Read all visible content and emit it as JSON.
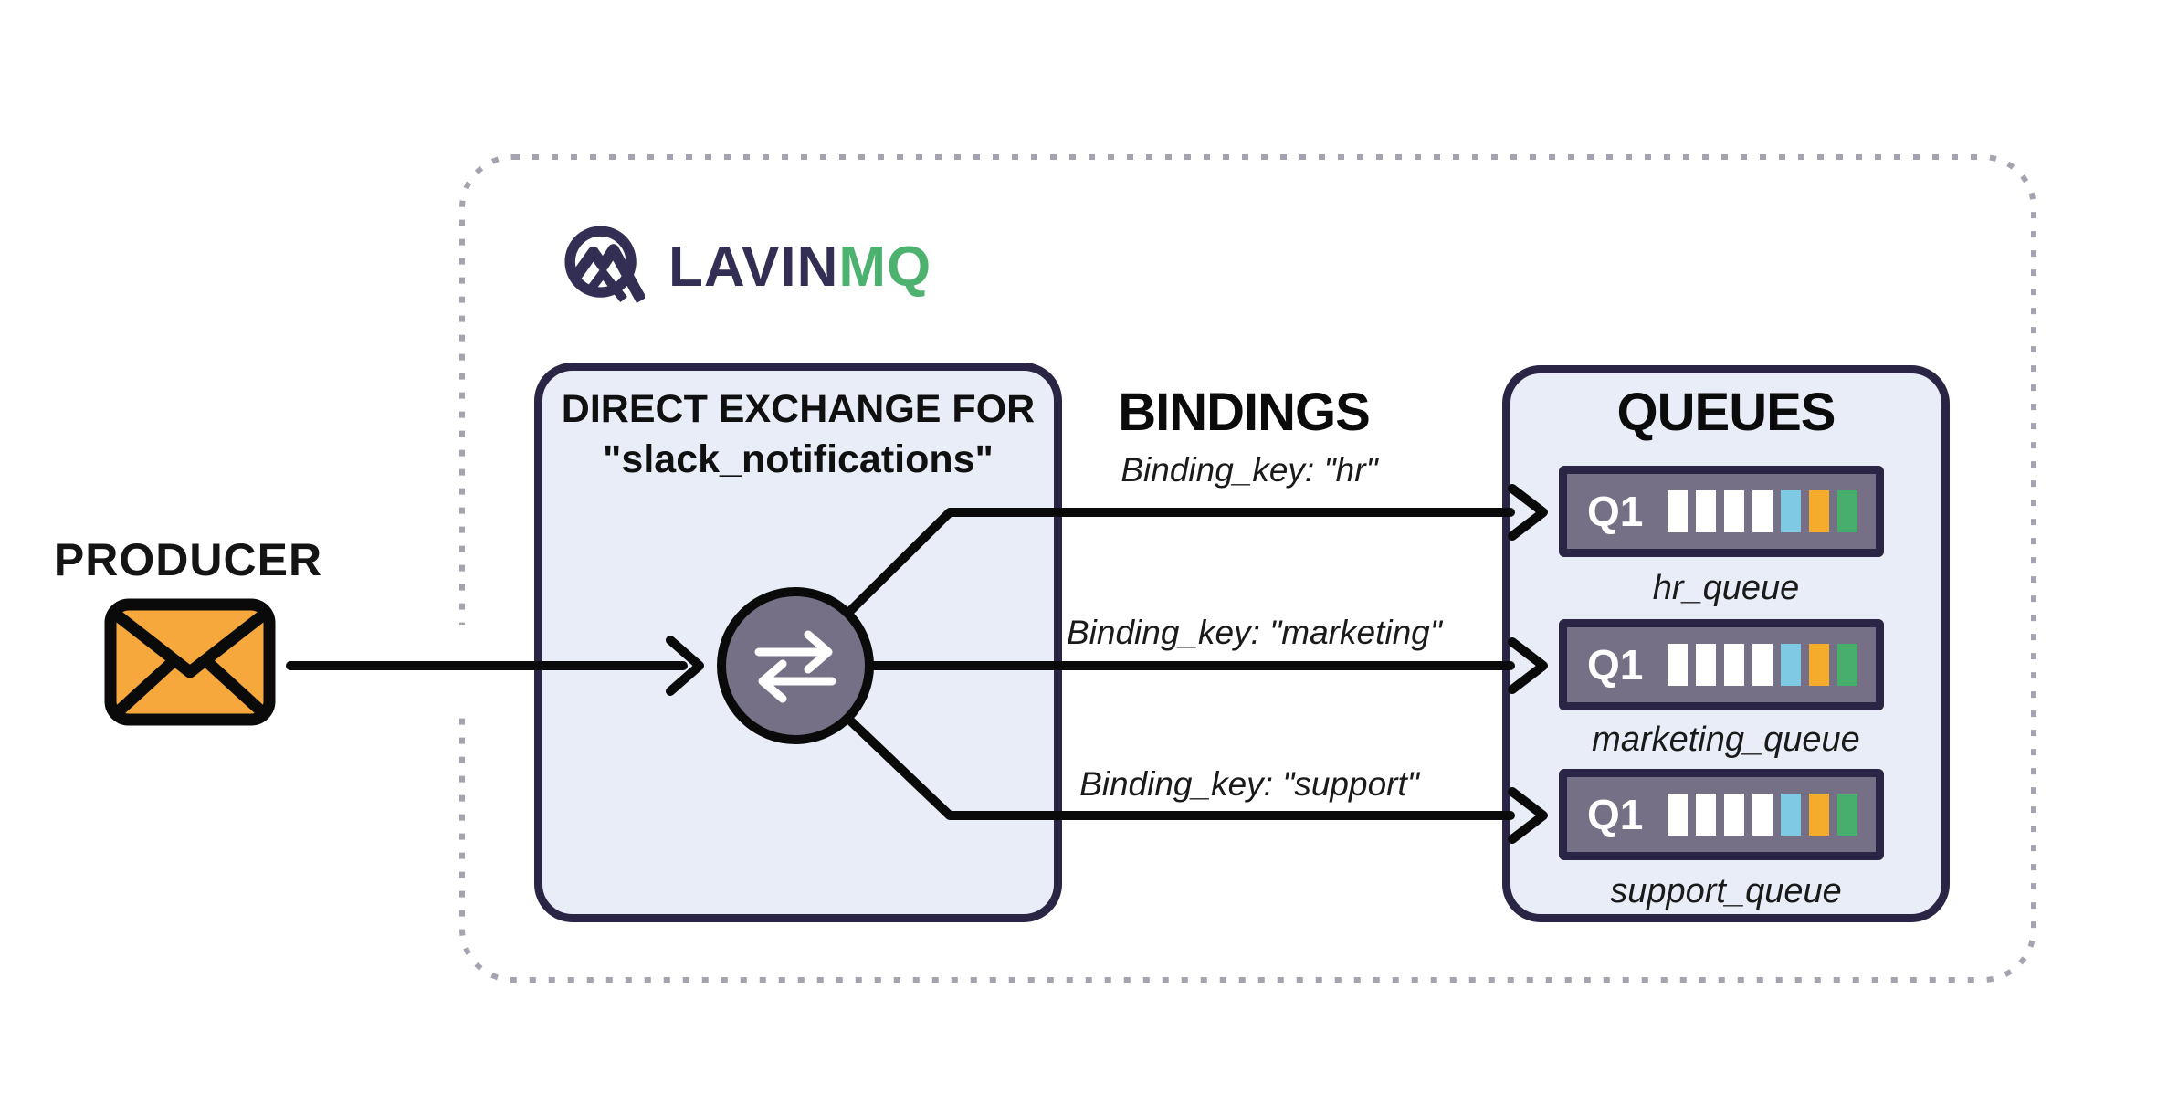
{
  "page": {
    "background": "#FFFFFF"
  },
  "producer": {
    "label": "PRODUCER",
    "envelope_color": "#F6A83C",
    "envelope_outline": "#0A0A0A"
  },
  "logo": {
    "brand_primary": "LAVIN",
    "brand_secondary": "MQ",
    "primary_color": "#332E54",
    "secondary_color": "#4DB270"
  },
  "exchange": {
    "title_line1": "DIRECT EXCHANGE FOR",
    "title_line2": "\"slack_notifications\"",
    "node_fill": "#757086",
    "node_border": "#0A0A0A"
  },
  "bindings": {
    "heading": "BINDINGS",
    "items": [
      {
        "label": "Binding_key: \"hr\""
      },
      {
        "label": "Binding_key: \"marketing\""
      },
      {
        "label": "Binding_key: \"support\""
      }
    ]
  },
  "queues": {
    "heading": "QUEUES",
    "badge": "Q1",
    "items": [
      {
        "name": "hr_queue"
      },
      {
        "name": "marketing_queue"
      },
      {
        "name": "support_queue"
      }
    ],
    "bar_colors": [
      "#FFFFFF",
      "#FFFFFF",
      "#FFFFFF",
      "#FFFFFF",
      "#7EC9E3",
      "#F5AC2B",
      "#47AE6E"
    ],
    "item_fill": "#757086",
    "item_border": "#2B2545"
  },
  "style": {
    "panel_fill": "#E9EDF8",
    "panel_border": "#2B2545",
    "dotted_border": "#A6A2AF",
    "arrow_color": "#0A0A0A"
  }
}
